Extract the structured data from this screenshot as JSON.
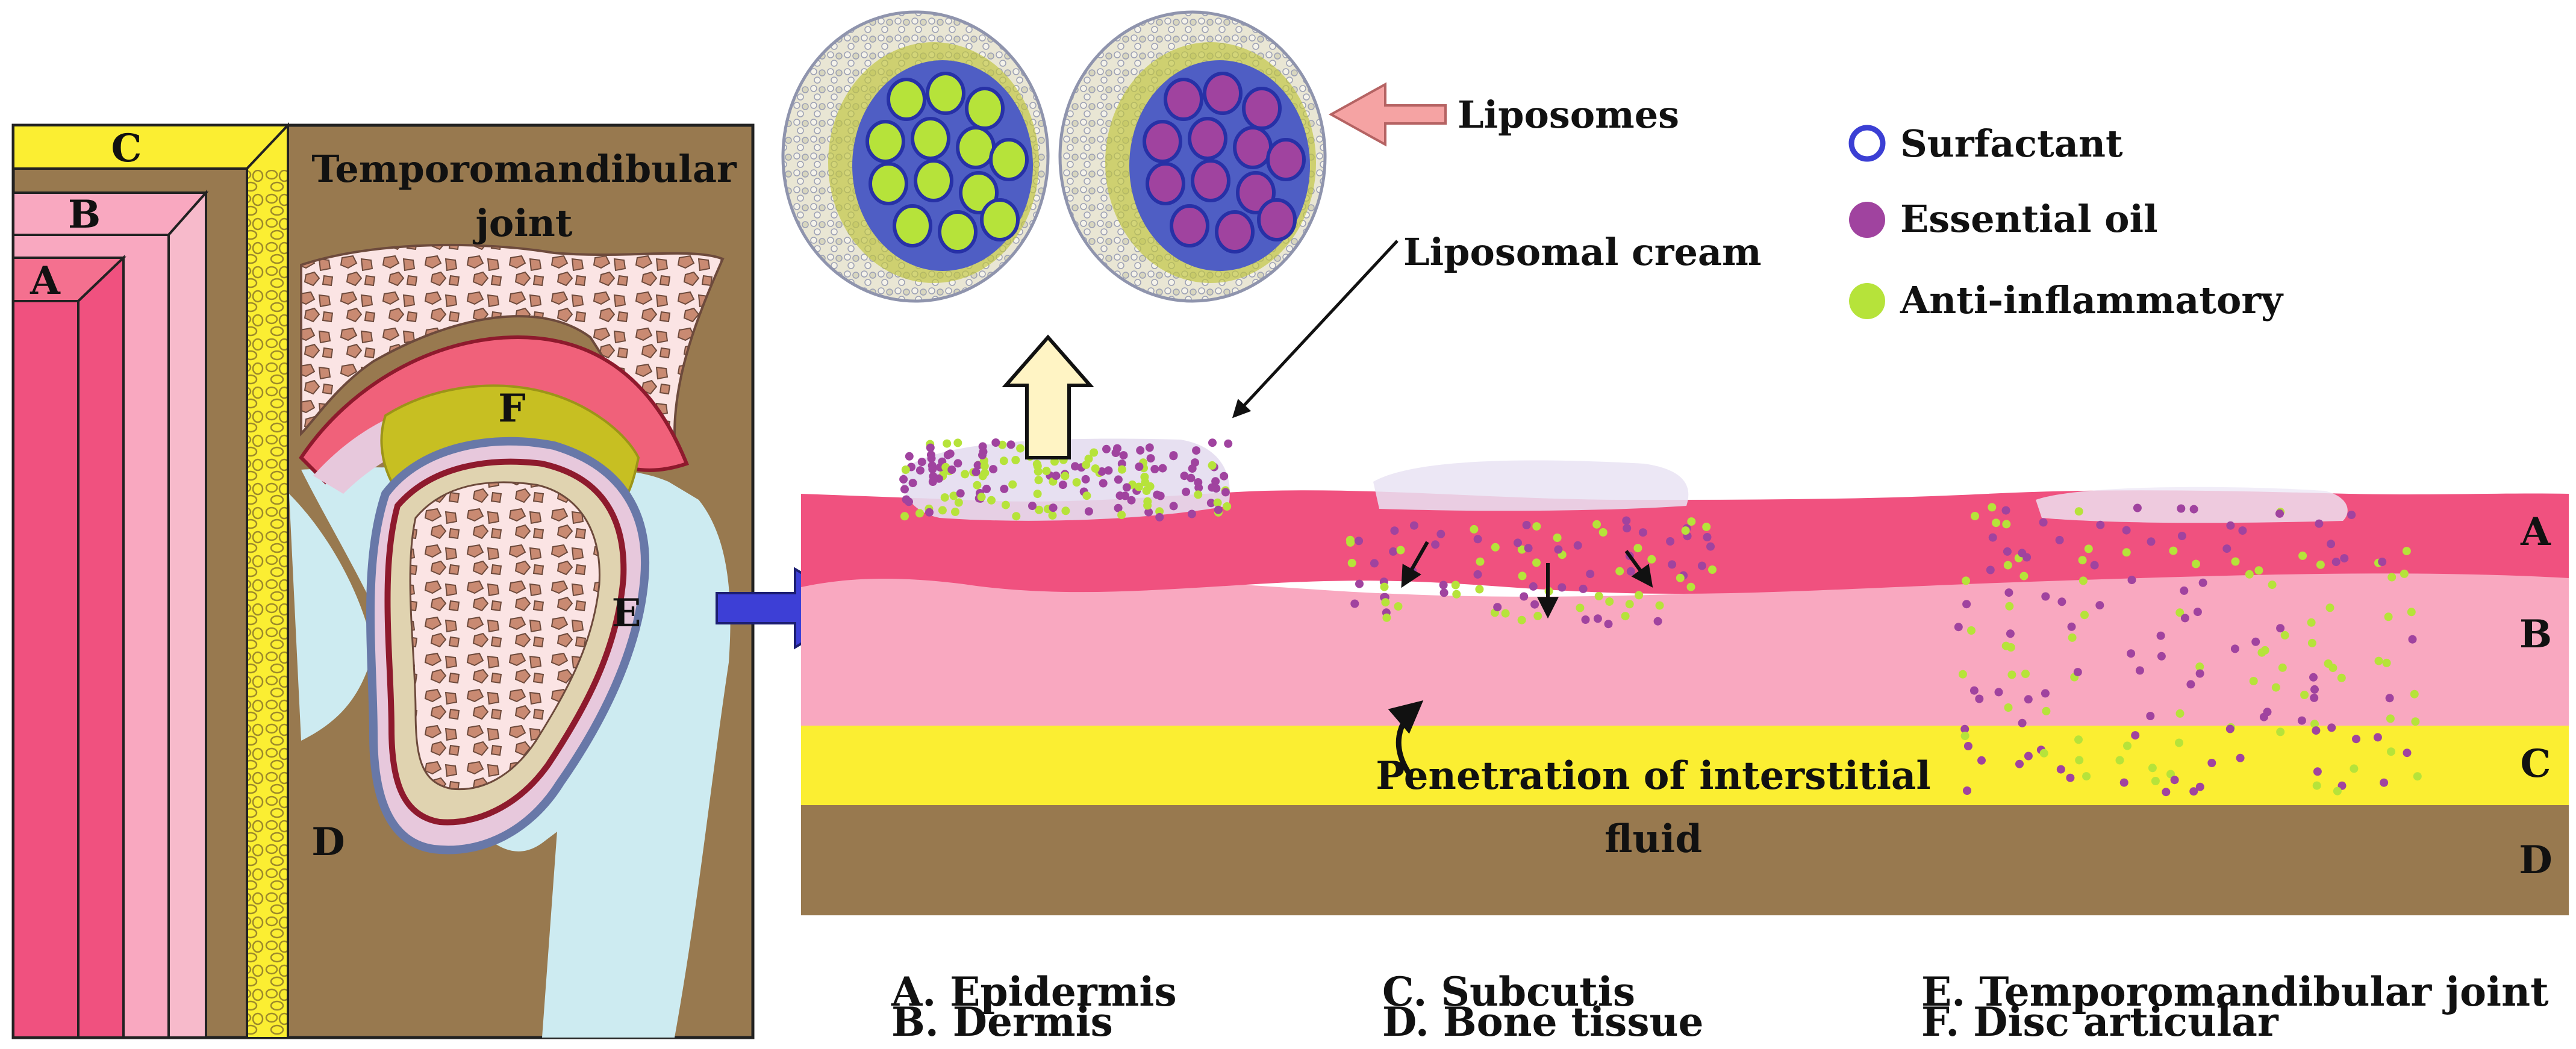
{
  "tmj_panel": {
    "title_line1": "Temporomandibular",
    "title_line2": "joint",
    "layer_tags": [
      "A",
      "B",
      "C",
      "D"
    ],
    "structure_tags": [
      "E",
      "F"
    ]
  },
  "liposomes": {
    "label": "Liposomes",
    "cream_label": "Liposomal cream"
  },
  "legend": {
    "items": [
      {
        "label": "Surfactant",
        "color": "#3b3fd4",
        "marker": "ring"
      },
      {
        "label": "Essential oil",
        "color": "#a0439f",
        "marker": "dot"
      },
      {
        "label": "Anti-inflammatory",
        "color": "#b6e33a",
        "marker": "dot"
      }
    ]
  },
  "skin_section": {
    "layer_tags": [
      "A",
      "B",
      "C",
      "D"
    ],
    "penetration_line1": "Penetration of interstitial",
    "penetration_line2": "fluid"
  },
  "key": [
    "A. Epidermis",
    "C. Subcutis",
    "E. Temporomandibular joint",
    "B. Dermis",
    "D. Bone tissue",
    "F. Disc articular"
  ],
  "colors": {
    "epidermis": "#f0517f",
    "dermis": "#f9a8c0",
    "subcutis": "#fbee32",
    "bone": "#98794f",
    "synovial": "#cdebf1",
    "arrow_blue": "#3d3fd6",
    "arrow_pink": "#f5a3a3",
    "arrow_cream": "#fff4c4"
  }
}
